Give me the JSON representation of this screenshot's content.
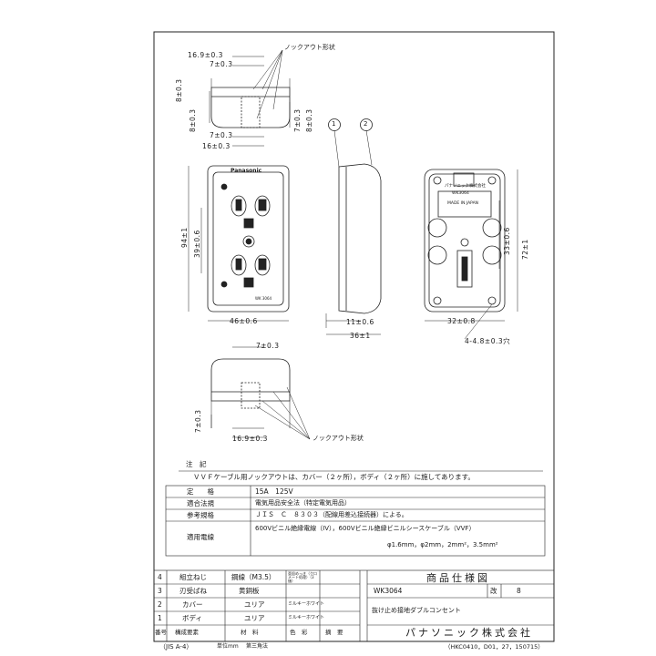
{
  "dims": {
    "top_view": [
      "16.9±0.3",
      "7±0.3",
      "8±0.3",
      "8±0.3",
      "7±0.3",
      "16±0.3",
      "7±0.3",
      "8±0.3"
    ],
    "knockout_label_top": "ノックアウト形状",
    "front": [
      "94±1",
      "39±0.6",
      "46±0.6"
    ],
    "side": [
      "11±0.6",
      "36±1"
    ],
    "callouts": [
      "1",
      "2"
    ],
    "back": [
      "33±0.6",
      "72±1",
      "32±0.8",
      "4-4.8±0.3穴"
    ],
    "bottom_view": [
      "7±0.3",
      "7±0.3",
      "16.9±0.3"
    ],
    "knockout_label_bottom": "ノックアウト形状"
  },
  "device_marks": {
    "brand": "Panasonic",
    "model": "WK 3064",
    "back_label_1": "パナソニック株式会社",
    "back_label_2": "WK3064",
    "back_label_3": "MADE IN JAPAN"
  },
  "notes": {
    "title": "注　記",
    "text": "ＶＶＦケーブル用ノックアウトは、カバー（２ヶ所），ボディ（２ヶ所）に施してあります。"
  },
  "spec_table": [
    {
      "label": "定　　格",
      "value": "15A　125V"
    },
    {
      "label": "適合法規",
      "value": "電気用品安全法（特定電気用品）"
    },
    {
      "label": "参考規格",
      "value": "ＪＩＳ　Ｃ　８３０３（配線用差込接続器）による。"
    },
    {
      "label": "適用電線",
      "value": "600Vビニル絶縁電線（IV），600Vビニル絶縁ビニルシースケーブル（VVF）",
      "value2": "φ1.6mm，φ2mm，2mm²，3.5mm²"
    }
  ],
  "parts_table": {
    "rows": [
      {
        "no": "4",
        "name": "組立ねじ",
        "material": "鋼線（M3.5）",
        "color": "亜鉛めっき（クロメート処理）（3価）"
      },
      {
        "no": "3",
        "name": "刃受ばね",
        "material": "黄銅板",
        "color": ""
      },
      {
        "no": "2",
        "name": "カバー",
        "material": "ユリア",
        "color": "ミルキーホワイト"
      },
      {
        "no": "1",
        "name": "ボディ",
        "material": "ユリア",
        "color": "ミルキーホワイト"
      }
    ],
    "header": {
      "no": "番号",
      "name": "構成要素",
      "material": "材　料",
      "color": "色　彩",
      "remarks": "摘　要"
    }
  },
  "title_block": {
    "doc_type": "商品仕様図",
    "model": "WK3064",
    "rev_label": "改",
    "rev": "8",
    "product_name": "抜け止め接地ダブルコンセント",
    "company": "パナソニック株式会社"
  },
  "footer": {
    "left": "（JIS A-4）",
    "unit": "単位mm",
    "projection": "第三角法",
    "code": "（HKC0410，D01，27，150715）"
  }
}
